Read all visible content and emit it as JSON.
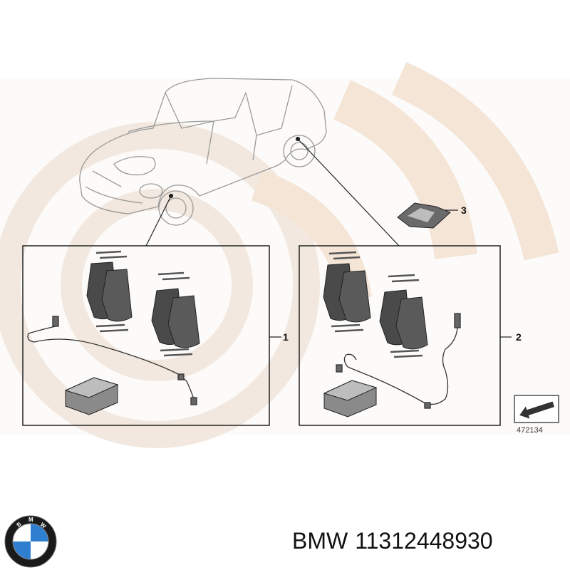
{
  "diagram": {
    "callouts": [
      {
        "id": "1",
        "label": "1"
      },
      {
        "id": "2",
        "label": "2"
      },
      {
        "id": "3",
        "label": "3"
      }
    ],
    "reference_code": "472134"
  },
  "caption": {
    "brand": "BMW",
    "part_number": "11312448930"
  },
  "colors": {
    "watermark": "#f3e3d3",
    "line": "#222222",
    "part_fill": "#4a4a4a",
    "car_outline": "#9a9a9a"
  },
  "icons": {
    "brand_logo": "bmw-roundel-icon",
    "orientation": "arrow-icon"
  }
}
